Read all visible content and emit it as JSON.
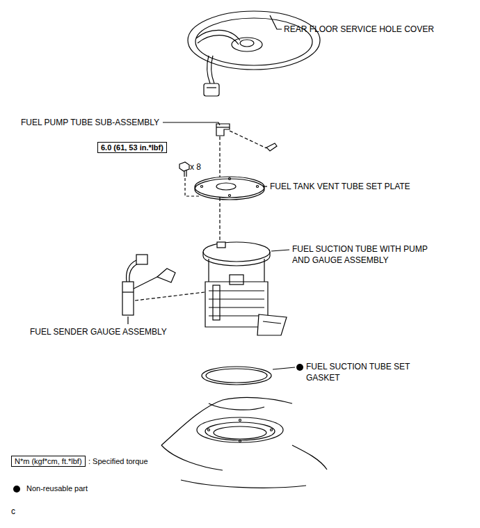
{
  "diagram": {
    "nodes": [
      {
        "text": [
          "6.0 (61, 53 in.*lbf)"
        ]
      },
      {
        "text": [
          "N*m (kgf*cm, ft.*lbf)"
        ]
      }
    ],
    "labels": [
      "REAR FLOOR SERVICE HOLE COVER",
      "FUEL PUMP TUBE SUB-ASSEMBLY",
      "x 8",
      "FUEL TANK VENT TUBE SET PLATE",
      "FUEL SUCTION TUBE WITH PUMP AND GAUGE ASSEMBLY",
      "FUEL SENDER GAUGE ASSEMBLY",
      "FUEL SUCTION TUBE SET GASKET",
      "c"
    ],
    "legend": [
      {
        "text": ": Specified torque"
      },
      {
        "text": "Non-reusable part"
      }
    ]
  }
}
